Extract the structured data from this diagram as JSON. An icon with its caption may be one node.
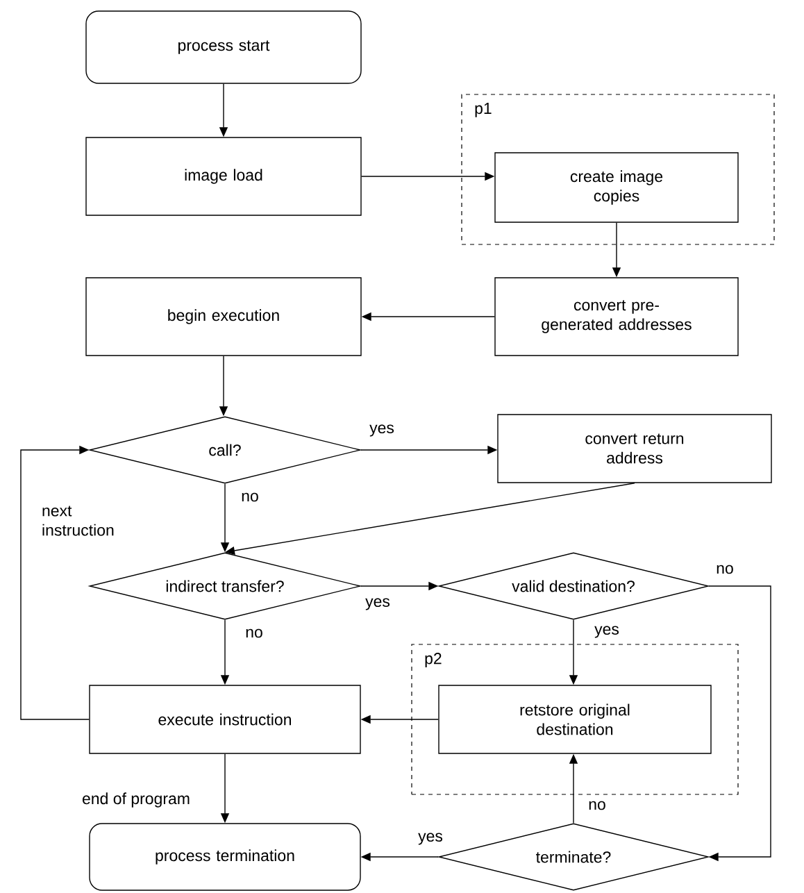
{
  "diagram": {
    "nodes": [
      {
        "text": [
          "process start"
        ]
      },
      {
        "text": [
          "image load"
        ]
      },
      {
        "text": [
          "p1"
        ]
      },
      {
        "text": [
          "create image copies"
        ],
        "in": 2
      },
      {
        "text": [
          "convert pre-generated addresses"
        ]
      },
      {
        "text": [
          "begin execution"
        ]
      },
      {
        "text": [
          "call?"
        ]
      },
      {
        "text": [
          "convert return address"
        ]
      },
      {
        "text": [
          "indirect transfer?"
        ]
      },
      {
        "text": [
          "valid destination?"
        ]
      },
      {
        "text": [
          "p2"
        ]
      },
      {
        "text": [
          "retstore original destination"
        ],
        "in": 10
      },
      {
        "text": [
          "execute instruction"
        ]
      },
      {
        "text": [
          "process termination"
        ]
      },
      {
        "text": [
          "terminate?"
        ]
      }
    ],
    "edges": [
      {
        "from": 0,
        "to": 1,
        "arrow": "to"
      },
      {
        "from": 1,
        "to": 3,
        "arrow": "to"
      },
      {
        "from": 3,
        "to": 4,
        "arrow": "to"
      },
      {
        "from": 4,
        "to": 5,
        "arrow": "to"
      },
      {
        "from": 5,
        "to": 6,
        "arrow": "to"
      },
      {
        "from": 6,
        "to": 7,
        "arrow": "to",
        "label": "yes"
      },
      {
        "from": 6,
        "to": 8,
        "arrow": "to",
        "label": "no"
      },
      {
        "from": 7,
        "to": 8,
        "arrow": "to"
      },
      {
        "from": 8,
        "to": 9,
        "arrow": "to",
        "label": "yes"
      },
      {
        "from": 8,
        "to": 12,
        "arrow": "to",
        "label": "no"
      },
      {
        "from": 9,
        "to": 11,
        "arrow": "to",
        "label": "yes"
      },
      {
        "from": 9,
        "to": 14,
        "arrow": "to",
        "label": "no"
      },
      {
        "from": 11,
        "to": 12,
        "arrow": "to"
      },
      {
        "from": 12,
        "to": 13,
        "arrow": "to",
        "label": "end of program"
      },
      {
        "from": 14,
        "to": 11,
        "arrow": "to",
        "label": "no"
      },
      {
        "from": 14,
        "to": 13,
        "arrow": "to",
        "label": "yes"
      },
      {
        "from": 12,
        "to": 6,
        "arrow": "to",
        "label": "next instruction"
      }
    ]
  }
}
